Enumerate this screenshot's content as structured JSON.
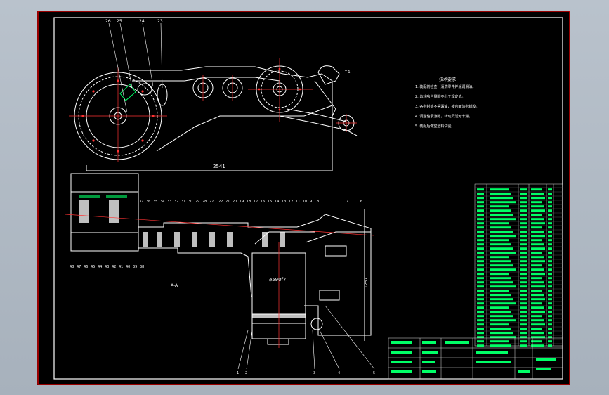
{
  "drawing": {
    "dim_horizontal": "2541",
    "dim_vertical": "1257",
    "bore_fit": "⌀590f7",
    "section_label": "A-A",
    "detail_mark": "T-1",
    "notes_title": "技术要求",
    "notes": [
      "1. 装配前检查，清洗零件并涂润滑油。",
      "2. 齿轮啮合侧隙不小于规定值。",
      "3. 各密封处不得漏油，接合面涂密封胶。",
      "4. 调整轴承游隙，转动灵活无卡滞。",
      "5. 装配后做空运转试验。"
    ],
    "top_callouts": [
      "26",
      "25",
      "24",
      "23"
    ],
    "section_callouts": [
      "37",
      "36",
      "35",
      "34",
      "33",
      "32",
      "31",
      "30",
      "29",
      "28",
      "27",
      "22",
      "21",
      "20",
      "19",
      "18",
      "17",
      "16",
      "15",
      "14",
      "13",
      "12",
      "11",
      "10",
      "9",
      "8",
      "7",
      "6"
    ],
    "bottom_callouts": [
      "1",
      "2",
      "3",
      "4",
      "5"
    ],
    "left_callouts": [
      "48",
      "47",
      "46",
      "45",
      "44",
      "43",
      "42",
      "41",
      "40",
      "39",
      "38"
    ]
  },
  "colors": {
    "frame": "#ffffff",
    "border": "#cc0000",
    "line": "#ffffff",
    "centerline": "#ff3333",
    "text": "#ffffff",
    "table_text": "#00ff66",
    "table_grid": "#dddddd"
  }
}
